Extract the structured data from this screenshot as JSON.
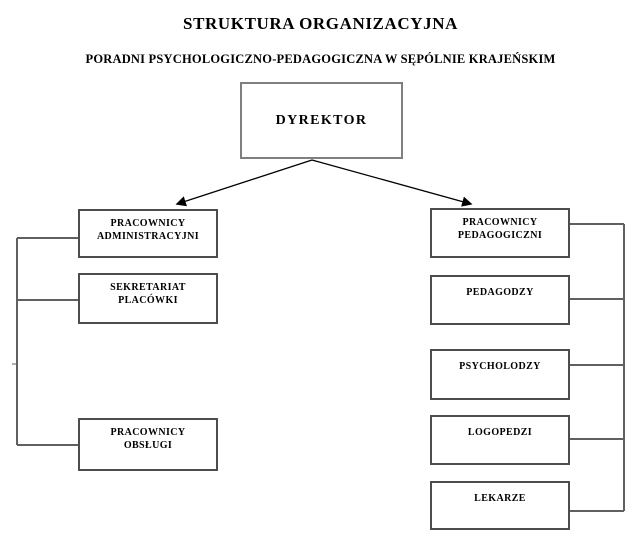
{
  "header": {
    "title": "STRUKTURA ORGANIZACYJNA",
    "subtitle": "PORADNI PSYCHOLOGICZNO-PEDAGOGICZNA W SĘPÓLNIE KRAJEŃSKIM"
  },
  "colors": {
    "background": "#ffffff",
    "text": "#000000",
    "root_box_border": "#7f7f7f",
    "box_border": "#4d4d4d",
    "connector": "#606060",
    "arrow": "#000000"
  },
  "diagram": {
    "type": "org-chart",
    "root": {
      "lines": [
        "DYREKTOR"
      ]
    },
    "left_column": [
      {
        "lines": [
          "PRACOWNICY",
          "ADMINISTRACYJNI"
        ]
      },
      {
        "lines": [
          "SEKRETARIAT",
          "PLACÓWKI"
        ]
      },
      {
        "lines": [
          "PRACOWNICY",
          "OBSŁUGI"
        ]
      }
    ],
    "right_column": [
      {
        "lines": [
          "PRACOWNICY",
          "PEDAGOGICZNI"
        ]
      },
      {
        "lines": [
          "PEDAGODZY"
        ]
      },
      {
        "lines": [
          "PSYCHOLODZY"
        ]
      },
      {
        "lines": [
          "LOGOPEDZI"
        ]
      },
      {
        "lines": [
          "LEKARZE"
        ]
      }
    ]
  }
}
